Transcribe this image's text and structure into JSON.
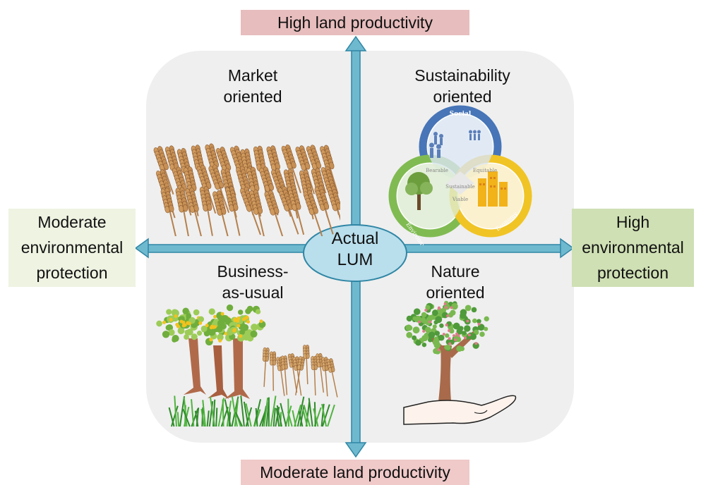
{
  "axes": {
    "top": "High land productivity",
    "bottom": "Moderate land productivity",
    "left": [
      "Moderate",
      "environmental",
      "protection"
    ],
    "right": [
      "High",
      "environmental",
      "protection"
    ]
  },
  "center": [
    "Actual",
    "LUM"
  ],
  "quadrants": {
    "top_left": [
      "Market",
      "oriented"
    ],
    "top_right": [
      "Sustainability",
      "oriented"
    ],
    "bottom_left": [
      "Business-",
      "as-usual"
    ],
    "bottom_right": [
      "Nature",
      "oriented"
    ]
  },
  "sustainability_diagram": {
    "circles": [
      "Social",
      "Environment",
      "Economy"
    ],
    "overlaps": [
      "Bearable",
      "Equitable",
      "Sustainable",
      "Viable"
    ]
  },
  "colors": {
    "arrow": "#6fb9cf",
    "arrow_stroke": "#2f86a5",
    "center_fill": "#b9deec",
    "social_ring": "#3f6fb5",
    "environment_ring": "#7bb94a",
    "economy_ring": "#f1c21b"
  }
}
